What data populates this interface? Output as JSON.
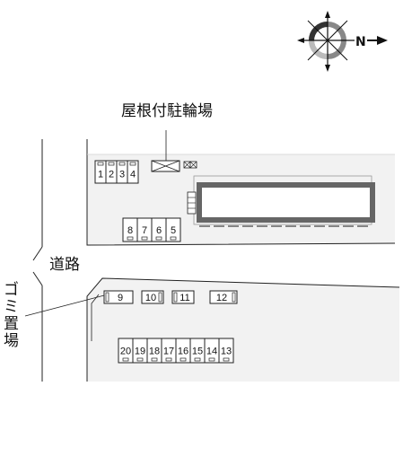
{
  "compass": {
    "north_label": "N",
    "icon": "compass-rose-icon"
  },
  "labels": {
    "covered_bicycle_parking": "屋根付駐輪場",
    "road": "道路",
    "garbage_area": "ゴミ置場"
  },
  "north_lot": {
    "top_row": [
      "1",
      "2",
      "3",
      "4"
    ],
    "bottom_row": [
      "8",
      "7",
      "6",
      "5"
    ]
  },
  "south_lot": {
    "top_row": [
      "9",
      "10",
      "11",
      "12"
    ],
    "bottom_row": [
      "20",
      "19",
      "18",
      "17",
      "16",
      "15",
      "14",
      "13"
    ]
  },
  "colors": {
    "lot_fill": "#f2f2f2",
    "building_frame": "#666666",
    "line": "#222222"
  }
}
